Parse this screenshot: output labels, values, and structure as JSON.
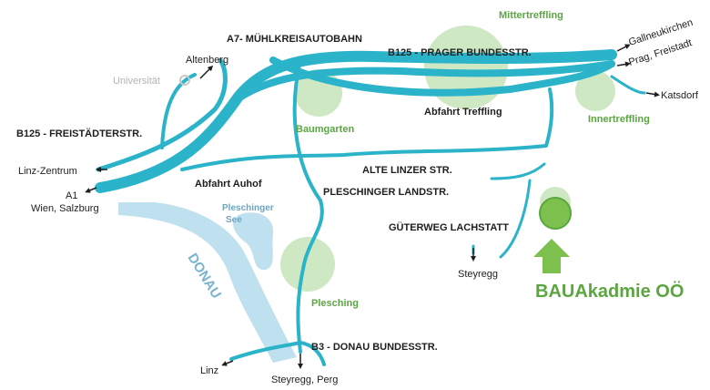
{
  "colors": {
    "road": "#2ab3c9",
    "green_area": "#cfe8c4",
    "marker": "#7dc04e",
    "water": "#bfe0ee",
    "text_green": "#5aa641"
  },
  "roads": {
    "a7": "A7- MÜHLKREISAUTOBAHN",
    "b125_prager": "B125 - PRAGER BUNDESSTR.",
    "b125_freistaedter": "B125 - FREISTÄDTERSTR.",
    "alte_linzer": "ALTE LINZER STR.",
    "pleschinger_landstr": "PLESCHINGER LANDSTR.",
    "gueterweg": "GÜTERWEG LACHSTATT",
    "b3": "B3 - DONAU BUNDESSTR."
  },
  "exits": {
    "auhof": "Abfahrt Auhof",
    "treffling": "Abfahrt Treffling"
  },
  "places": {
    "altenberg": "Altenberg",
    "universitaet": "Universität",
    "linz_zentrum": "Linz-Zentrum",
    "a1_line1": "A1",
    "a1_line2": "Wien, Salzburg",
    "gallneukirchen": "Gallneukirchen",
    "prag_freistadt": "Prag, Freistadt",
    "katsdorf": "Katsdorf",
    "steyregg": "Steyregg",
    "linz": "Linz",
    "steyregg_perg": "Steyregg, Perg"
  },
  "areas": {
    "mittertreffling": "Mittertreffling",
    "baumgarten": "Baumgarten",
    "innertreffling": "Innertreffling",
    "plesching": "Plesching",
    "pleschinger_see_1": "Pleschinger",
    "pleschinger_see_2": "See"
  },
  "river": "DONAU",
  "brand": "BAUAkadmie OÖ"
}
